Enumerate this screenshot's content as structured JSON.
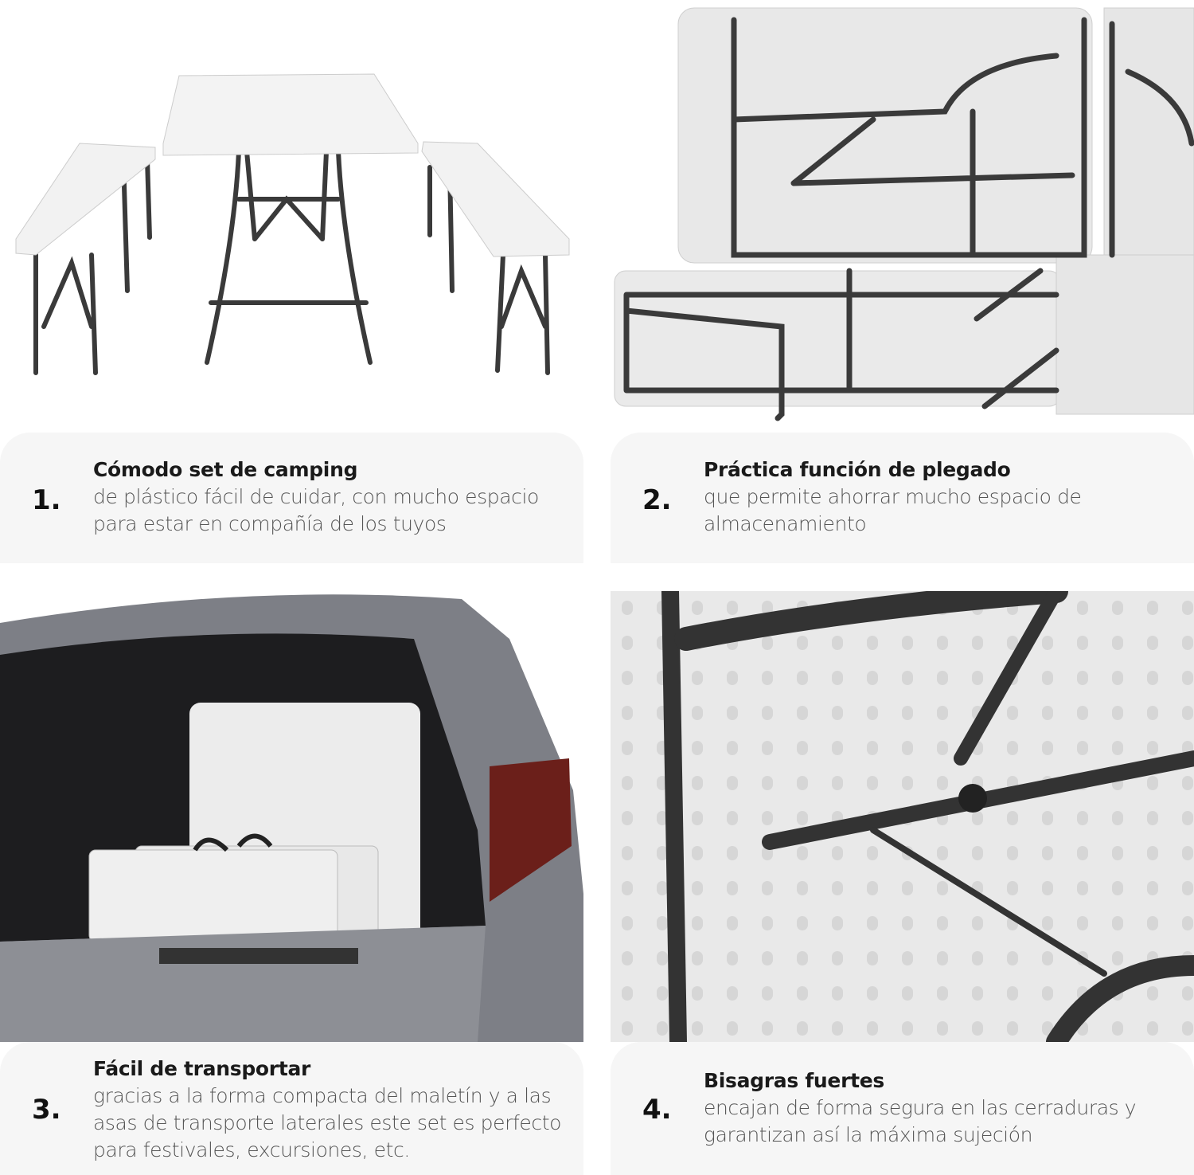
{
  "features": [
    {
      "number": "1.",
      "title": "Cómodo set de camping",
      "lines": [
        "de plástico fácil de cuidar, con mucho espacio",
        "para estar en compañía de los tuyos"
      ]
    },
    {
      "number": "2.",
      "title": "Práctica función de plegado",
      "lines": [
        "que permite ahorrar mucho espacio de",
        "almacenamiento"
      ]
    },
    {
      "number": "3.",
      "title": "Fácil de transportar",
      "lines": [
        "gracias a la forma compacta del maletín y a las",
        "asas de transporte laterales este set es perfecto",
        "para festivales, excursiones, etc."
      ]
    },
    {
      "number": "4.",
      "title": "Bisagras fuertes",
      "lines": [
        "encajan de forma segura en las cerraduras y",
        "garantizan así la máxima sujeción"
      ]
    }
  ],
  "colors": {
    "card": "#f6f6f6",
    "frame": "#3a3a3a",
    "plastic": "#f2f2f2"
  }
}
